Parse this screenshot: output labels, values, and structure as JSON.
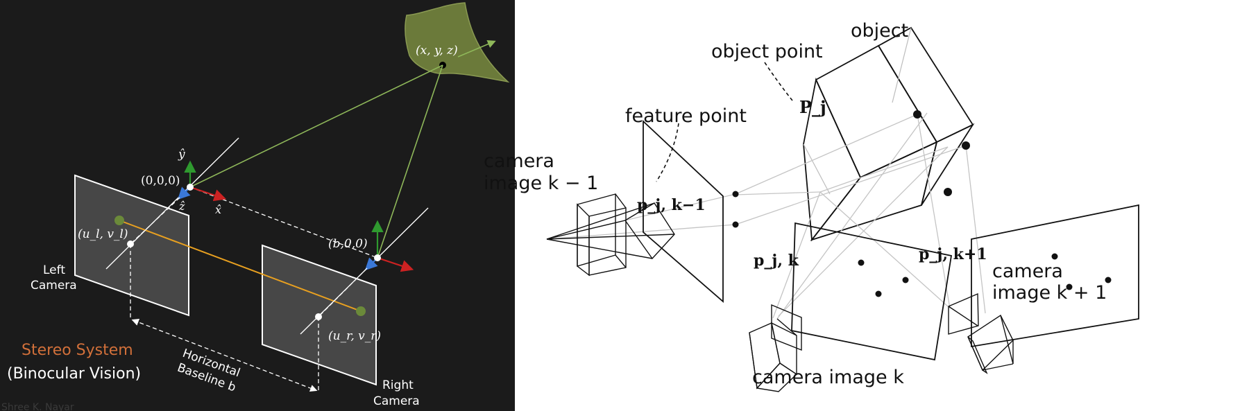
{
  "left": {
    "surface_point": "(x, y, z)",
    "y_axis": "ŷ",
    "origin": "(0,0,0)",
    "z_axis": "ẑ",
    "x_axis": "x̂",
    "left_image_point": "(u_l, v_l)",
    "right_origin": "(b,0,0)",
    "right_image_point": "(u_r, v_r)",
    "left_camera_line1": "Left",
    "left_camera_line2": "Camera",
    "right_camera_line1": "Right",
    "right_camera_line2": "Camera",
    "baseline_line1": "Horizontal",
    "baseline_line2": "Baseline b",
    "title_line1": "Stereo System",
    "title_line2": "(Binocular Vision)",
    "credit": "Shree K. Nayar",
    "colors": {
      "background": "#1b1b1b",
      "title": "#d2703a",
      "baseline_ray": "#e8a020",
      "surface": "#6b7a3a",
      "ray": "#8fb85a",
      "x_axis": "#cc2222",
      "y_axis": "#2f9a2f",
      "z_axis": "#3a78d8"
    }
  },
  "right": {
    "object": "object",
    "object_point": "object point",
    "object_point_label": "P_j",
    "feature_point": "feature point",
    "cam_prev_line1": "camera",
    "cam_prev_line2": "image k − 1",
    "p_prev": "p_j, k−1",
    "p_curr": "p_j, k",
    "p_next": "p_j, k+1",
    "cam_next_line1": "camera",
    "cam_next_line2": "image k + 1",
    "cam_curr": "camera image k"
  }
}
